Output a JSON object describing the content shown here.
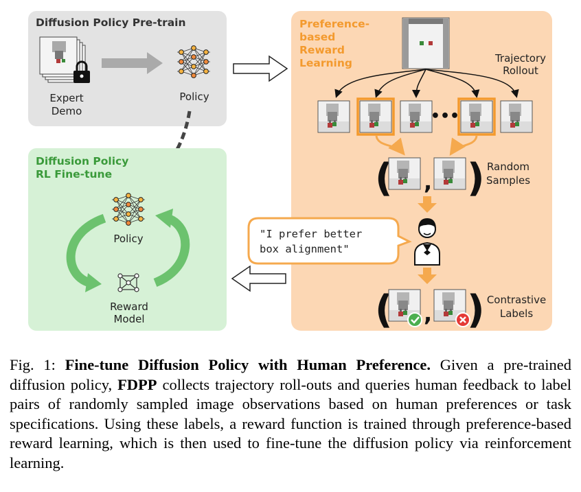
{
  "pretrain": {
    "title": "Diffusion Policy Pre-train",
    "expert_label_1": "Expert",
    "expert_label_2": "Demo",
    "policy_label": "Policy"
  },
  "finetune": {
    "title_1": "Diffusion Policy",
    "title_2": "RL Fine-tune",
    "policy_label": "Policy",
    "reward_label_1": "Reward",
    "reward_label_2": "Model"
  },
  "reward_learning": {
    "title_1": "Preference-",
    "title_2": "based",
    "title_3": "Reward",
    "title_4": "Learning",
    "rollout_label_1": "Trajectory",
    "rollout_label_2": "Rollout",
    "random_label_1": "Random",
    "random_label_2": "Samples",
    "contrastive_label_1": "Contrastive",
    "contrastive_label_2": "Labels",
    "speech_line_1": "\"I prefer better",
    "speech_line_2": "box alignment\""
  },
  "caption": {
    "fig": "Fig. 1: ",
    "bold_title": "Fine-tune Diffusion Policy with Human Preference.",
    "text_1": " Given a pre-trained diffusion policy, ",
    "bold_name": "FDPP",
    "text_2": " collects trajectory roll-outs and queries human feedback to label pairs of randomly sampled image observations based on human preferences or task specifications. Using these labels, a reward function is trained through preference-based reward learning, which is then used to fine-tune the diffusion policy via reinforcement learning."
  },
  "colors": {
    "pretrain_bg": "#e3e3e3",
    "finetune_bg": "#d6f1d6",
    "reward_bg": "#fcd7b4",
    "orange_accent": "#f5a94e",
    "green_accent": "#6cc26e"
  }
}
